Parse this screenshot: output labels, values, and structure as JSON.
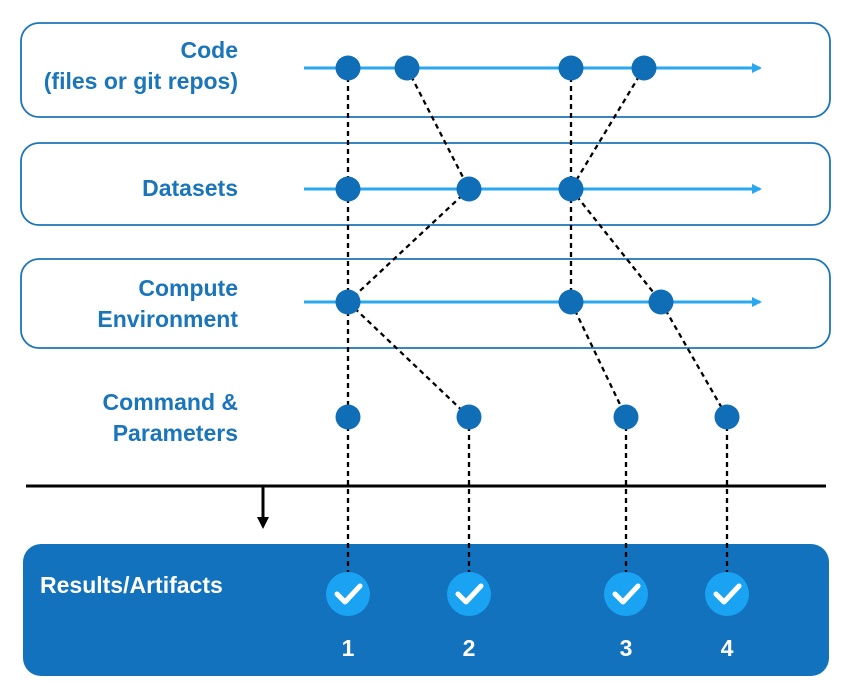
{
  "rows": [
    {
      "id": "code",
      "label_lines": [
        "Code",
        "(files or git repos)"
      ]
    },
    {
      "id": "datasets",
      "label_lines": [
        "Datasets"
      ]
    },
    {
      "id": "compute",
      "label_lines": [
        "Compute",
        "Environment"
      ]
    },
    {
      "id": "command",
      "label_lines": [
        "Command &",
        "Parameters"
      ]
    }
  ],
  "results": {
    "title": "Results/Artifacts",
    "runs": [
      "1",
      "2",
      "3",
      "4"
    ]
  },
  "colors": {
    "outline": "#1b75bb",
    "accent": "#0f6eb5",
    "timeline": "#29a8f0",
    "node": "#0f6eb5",
    "results_fill": "#1372bd",
    "check": "#1aa3f2",
    "text_dark": "#1b75bb",
    "text_light": "#ffffff"
  }
}
